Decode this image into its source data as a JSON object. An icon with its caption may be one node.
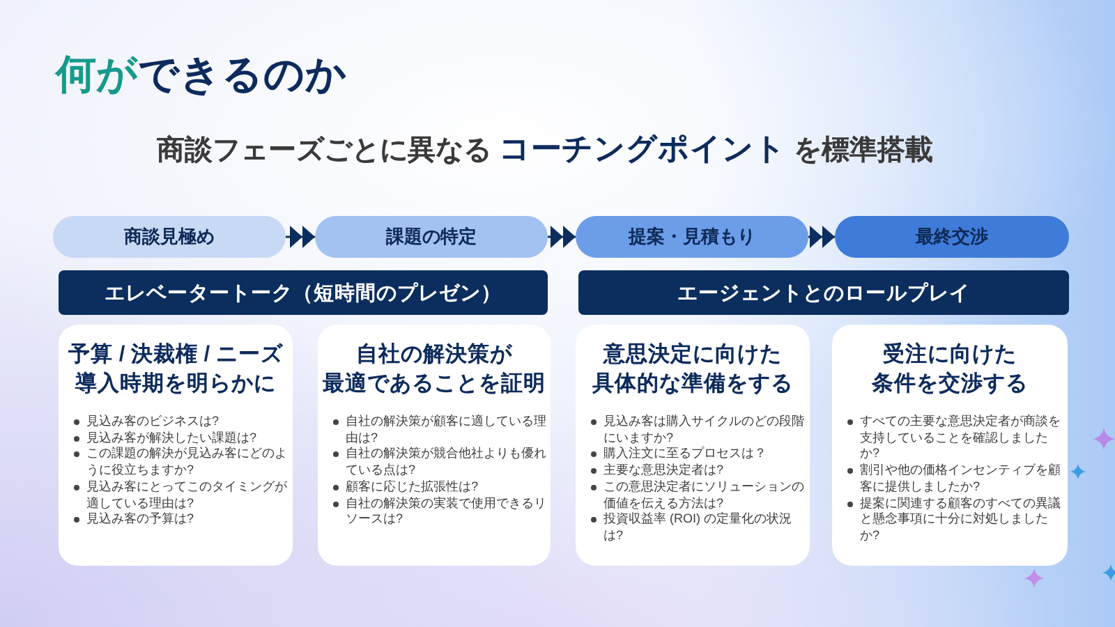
{
  "diagram": {
    "title": "**何が**できるのか",
    "nodes": [
      {
        "text": [
          "商談見極め"
        ]
      },
      {
        "text": [
          "課題の特定"
        ]
      },
      {
        "text": [
          "提案・見積もり"
        ]
      },
      {
        "text": [
          "最終交渉"
        ]
      },
      {
        "text": [
          "エレベータートーク（短時間のプレゼン）"
        ]
      },
      {
        "text": [
          "エージェントとのロールプレイ"
        ]
      },
      {
        "text": [
          "予算 / 決裁権 / ニーズ導入時期を明らかに",
          "見込み客のビジネスは?",
          "見込み客が解決したい課題は?",
          "この課題の解決が見込み客にどのように役立ちますか?",
          "見込み客にとってこのタイミングが適している理由は?",
          "見込み客の予算は?"
        ]
      },
      {
        "text": [
          "自社の解決策が最適であることを証明",
          "自社の解決策が顧客に適している理由は?",
          "自社の解決策が競合他社よりも優れている点は?",
          "顧客に応じた拡張性は?",
          "自社の解決策の実装で使用できるリソースは?"
        ]
      },
      {
        "text": [
          "意思決定に向けた具体的な準備をする",
          "見込み客は購入サイクルのどの段階にいますか?",
          "購入注文に至るプロセスは？",
          "主要な意思決定者は?",
          "この意思決定者にソリューションの価値を伝える方法は?",
          "投資収益率 (ROI) の定量化の状況は?"
        ]
      },
      {
        "text": [
          "受注に向けた条件を交渉する",
          "すべての主要な意思決定者が商談を支持していることを確認しましたか?",
          "割引や他の価格インセンティブを顧客に提供しましたか?",
          "提案に関連する顧客のすべての異議と懸念事項に十分に対処しましたか?"
        ]
      }
    ],
    "edges": [
      {
        "from": 0,
        "to": 1,
        "arrow": "to"
      },
      {
        "from": 1,
        "to": 2,
        "arrow": "to"
      },
      {
        "from": 2,
        "to": 3,
        "arrow": "to"
      }
    ],
    "labels": [
      "商談フェーズごとに異なる **コーチングポイント** を標準搭載"
    ]
  }
}
